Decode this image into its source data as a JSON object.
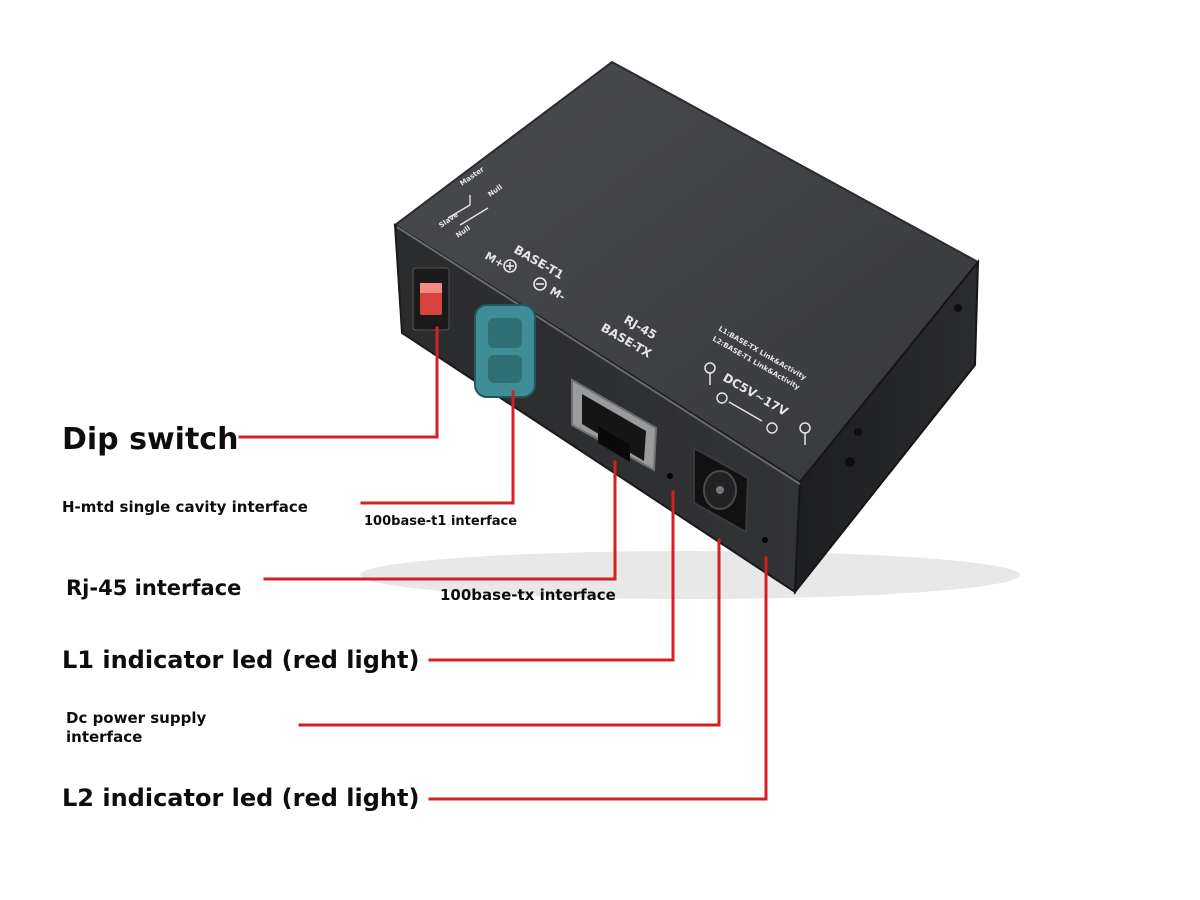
{
  "callouts": {
    "dip_switch": "Dip switch",
    "hmtd": "H-mtd single cavity interface",
    "base_t1": "100base-t1 interface",
    "rj45": "Rj-45 interface",
    "base_tx": "100base-tx interface",
    "l1_led": "L1 indicator led (red light)",
    "dc_power_line1": "Dc power supply",
    "dc_power_line2": "interface",
    "l2_led": "L2 indicator led (red light)"
  },
  "device_markings": {
    "base_t1": "BASE-T1",
    "m_plus": "M+",
    "m_minus": "M-",
    "rj45": "RJ-45",
    "base_tx": "BASE-TX",
    "dc_rating": "DC5V~17V",
    "led_legend_1": "L1:BASE-TX Link&Activity",
    "led_legend_2": "L2:BASE-T1 Link&Activity",
    "mode_master": "Master",
    "mode_slave": "Slave",
    "mode_null_1": "Null",
    "mode_null_2": "Null"
  },
  "colors": {
    "leader_line": "#d42020",
    "housing_top": "#3f4042",
    "housing_front": "#2b2c2e",
    "housing_side": "#1e1f21",
    "connector_teal": "#3f8e97",
    "dip_red": "#d9433f",
    "marking_white": "#e6e6e6"
  }
}
